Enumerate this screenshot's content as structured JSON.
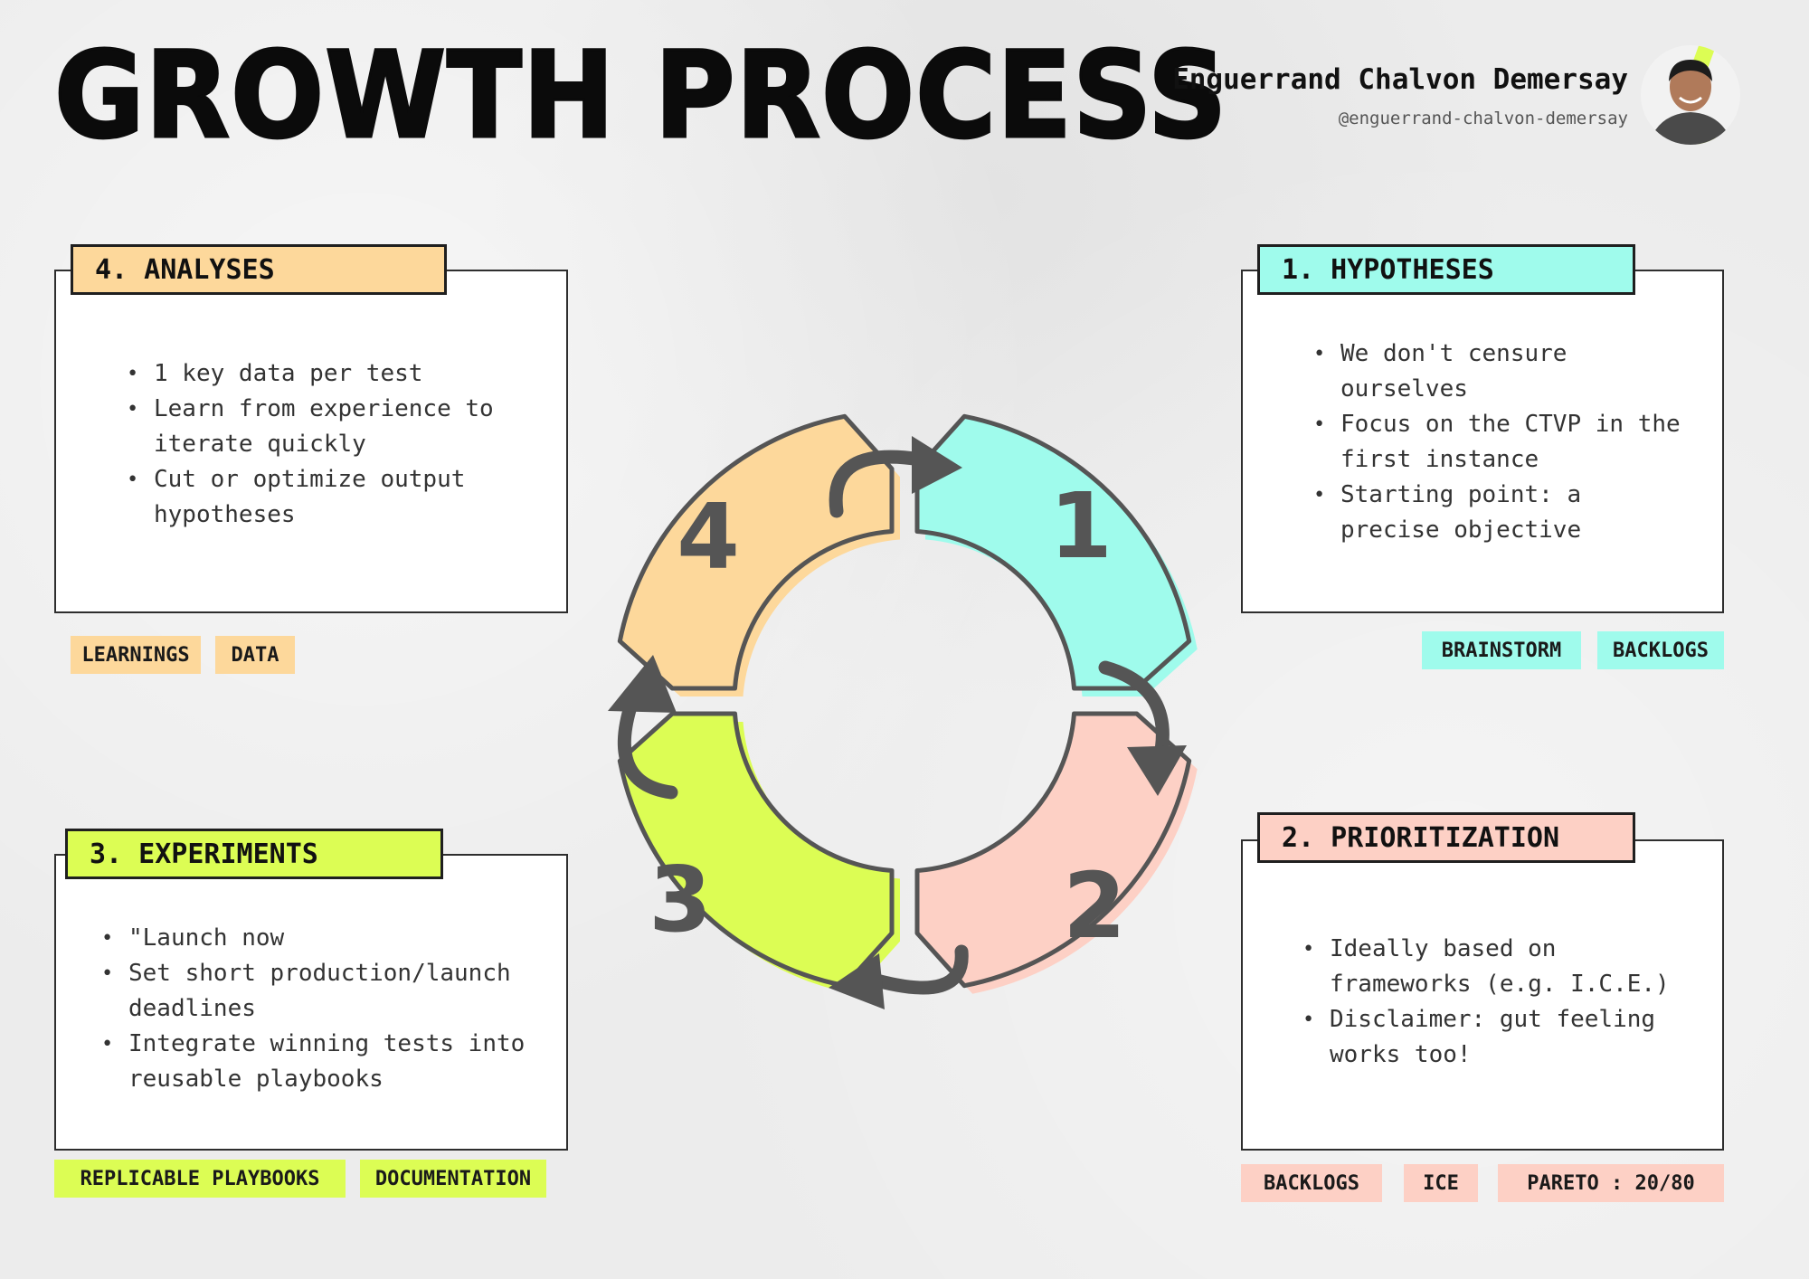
{
  "title": "GROWTH PROCESS",
  "author": {
    "name": "Enguerrand Chalvon Demersay",
    "handle": "@enguerrand-chalvon-demersay"
  },
  "colors": {
    "analyses": "#fdd89b",
    "hypotheses": "#9ffbec",
    "prioritization": "#fdd0c5",
    "experiments": "#dcfd54",
    "outline": "#555555"
  },
  "segments": [
    "1",
    "2",
    "3",
    "4"
  ],
  "panels": {
    "analyses": {
      "header": "4. ANALYSES",
      "items": [
        "1 key data per test",
        "Learn from experience to iterate quickly",
        "Cut or optimize output hypotheses"
      ],
      "tags": [
        "LEARNINGS",
        "DATA"
      ]
    },
    "hypotheses": {
      "header": "1. HYPOTHESES",
      "items": [
        "We don't censure ourselves",
        "Focus on the CTVP in the first instance",
        "Starting point: a precise objective"
      ],
      "tags": [
        "BRAINSTORM",
        "BACKLOGS"
      ]
    },
    "experiments": {
      "header": "3. EXPERIMENTS",
      "items": [
        "\"Launch now",
        "Set short production/launch deadlines",
        "Integrate winning tests into reusable playbooks"
      ],
      "tags": [
        "REPLICABLE PLAYBOOKS",
        "DOCUMENTATION"
      ]
    },
    "prioritization": {
      "header": "2. PRIORITIZATION",
      "items": [
        "Ideally based on frameworks (e.g. I.C.E.)",
        "Disclaimer: gut feeling works too!"
      ],
      "tags": [
        "BACKLOGS",
        "ICE",
        "PARETO : 20/80"
      ]
    }
  }
}
